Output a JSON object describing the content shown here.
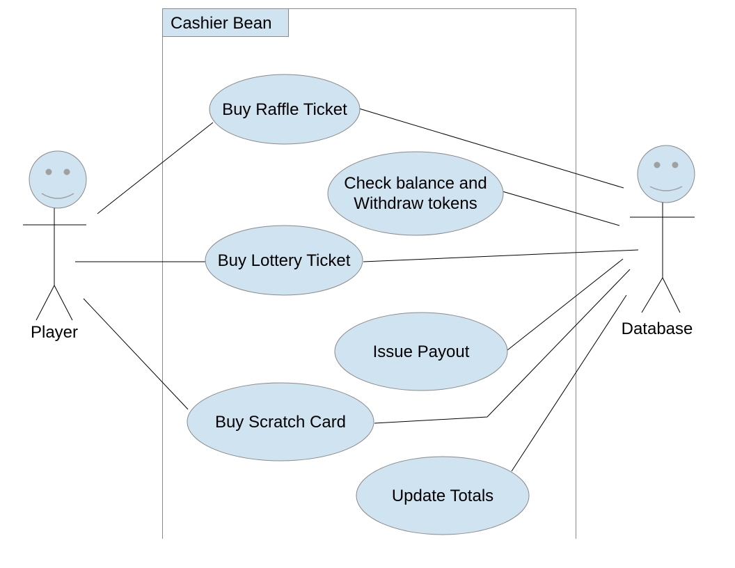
{
  "system": {
    "title": "Cashier Bean"
  },
  "actors": {
    "player": {
      "label": "Player"
    },
    "database": {
      "label": "Database"
    }
  },
  "use_cases": {
    "buy_raffle": {
      "line1": "Buy Raffle Ticket"
    },
    "check_balance": {
      "line1": "Check balance and",
      "line2": "Withdraw tokens"
    },
    "buy_lottery": {
      "line1": "Buy Lottery Ticket"
    },
    "issue_payout": {
      "line1": "Issue Payout"
    },
    "buy_scratch": {
      "line1": "Buy Scratch Card"
    },
    "update_totals": {
      "line1": "Update Totals"
    }
  },
  "colors": {
    "usecase_fill": "#cfe3f0",
    "outline": "#8a8a8a",
    "connector": "#000000"
  }
}
